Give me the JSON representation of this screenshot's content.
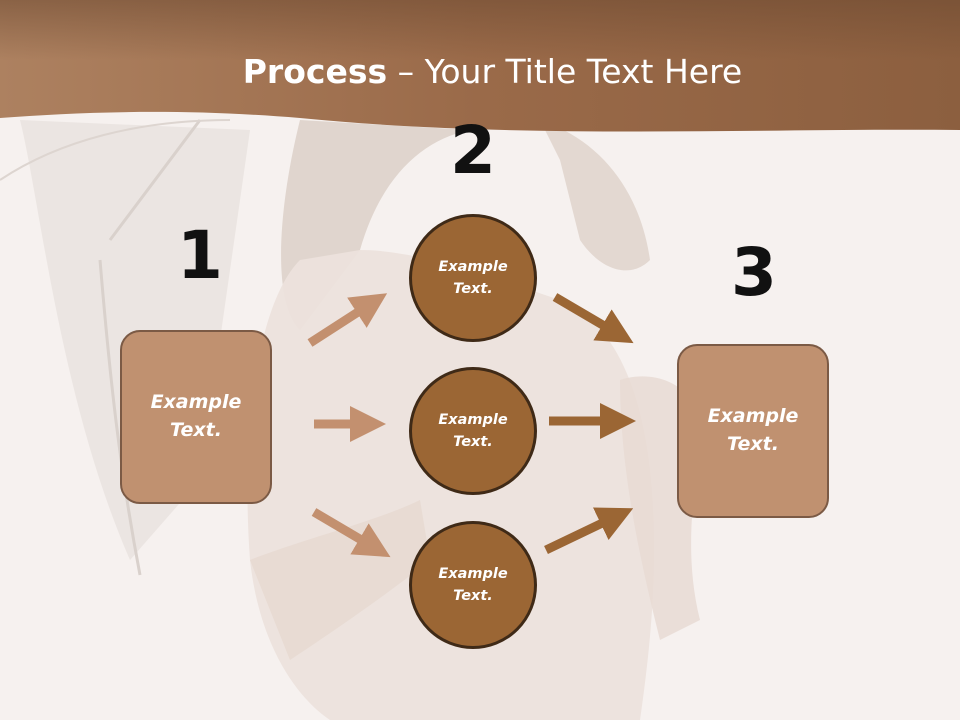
{
  "slide": {
    "title_bold": "Process",
    "title_rest": " – Your Title Text Here",
    "numbers": [
      "1",
      "2",
      "3"
    ],
    "left_box": "Example Text.",
    "right_box": "Example Text.",
    "circles": [
      "Example Text.",
      "Example Text.",
      "Example Text."
    ]
  },
  "colors": {
    "header": "#a06f4c",
    "box_fill": "#c09170",
    "circle_fill": "#9b6634",
    "arrow_light": "#c3906f",
    "arrow_dark": "#9b6634"
  }
}
